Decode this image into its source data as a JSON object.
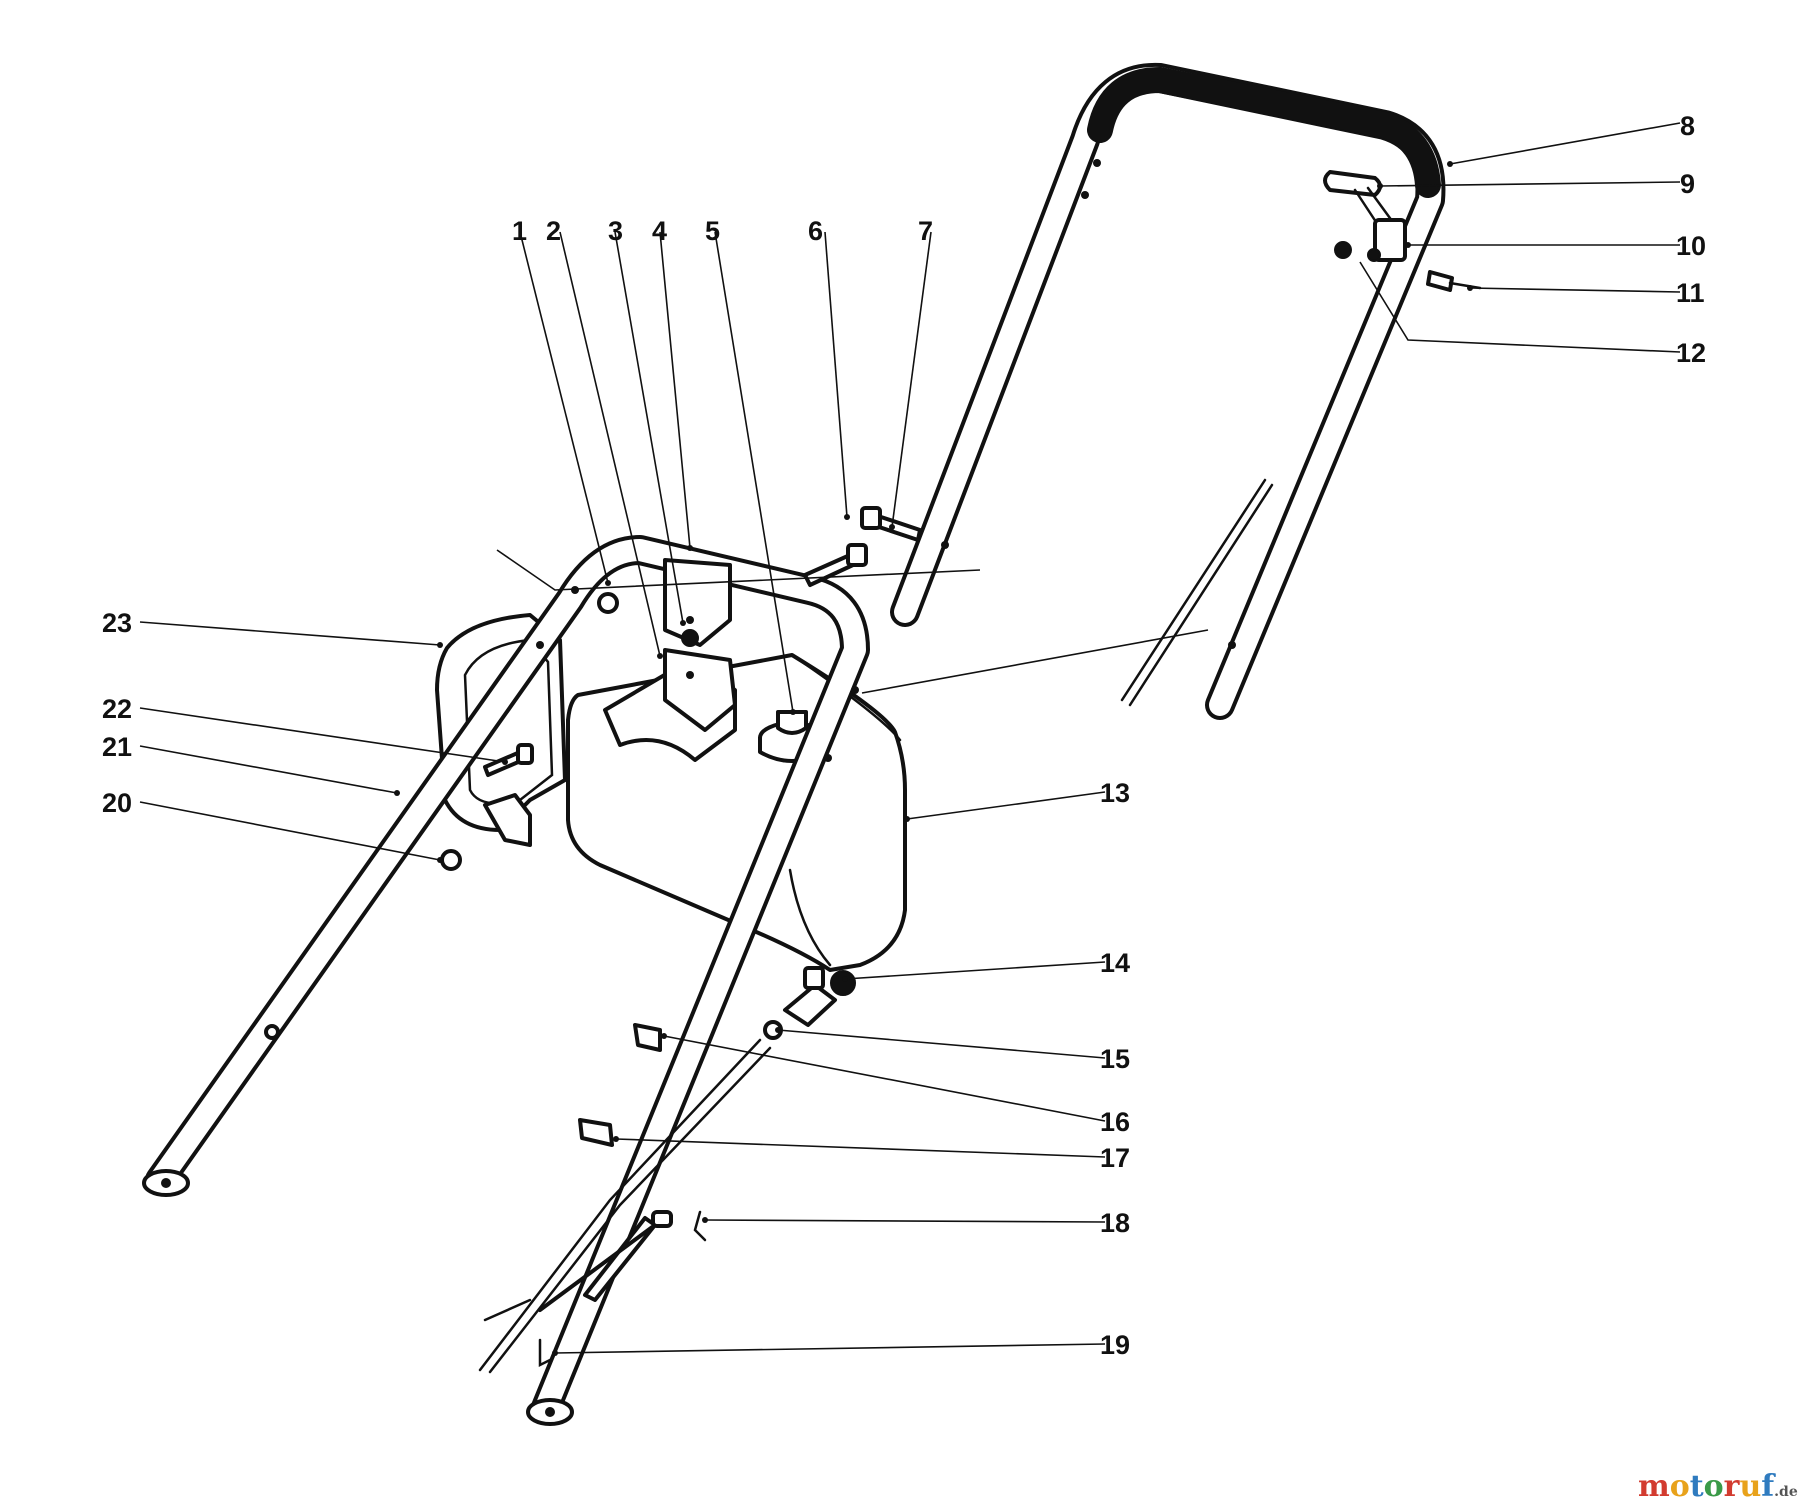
{
  "part_labels": {
    "p1": "1",
    "p2": "2",
    "p3": "3",
    "p4": "4",
    "p5": "5",
    "p6": "6",
    "p7": "7",
    "p8": "8",
    "p9": "9",
    "p10": "10",
    "p11": "11",
    "p12": "12",
    "p13": "13",
    "p14": "14",
    "p15": "15",
    "p16": "16",
    "p17": "17",
    "p18": "18",
    "p19": "19",
    "p20": "20",
    "p21": "21",
    "p22": "22",
    "p23": "23"
  },
  "watermark": {
    "text": "motoruf",
    "suffix": ".de",
    "colors": [
      "#d23b2f",
      "#e8a21b",
      "#2f7bbf",
      "#3a9a48"
    ]
  }
}
